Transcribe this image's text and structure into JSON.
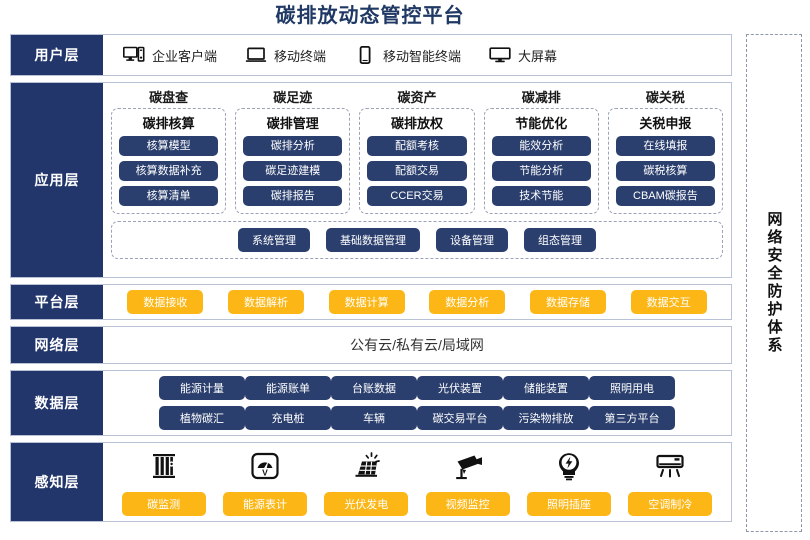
{
  "title": "碳排放动态管控平台",
  "security": {
    "label": "网络安全防护体系"
  },
  "layers": {
    "user": {
      "label": "用户层"
    },
    "app": {
      "label": "应用层"
    },
    "platform": {
      "label": "平台层"
    },
    "network": {
      "label": "网络层"
    },
    "data": {
      "label": "数据层"
    },
    "sense": {
      "label": "感知层"
    }
  },
  "user_layer": {
    "items": [
      {
        "icon": "desktop-computer-icon",
        "label": "企业客户端"
      },
      {
        "icon": "laptop-icon",
        "label": "移动终端"
      },
      {
        "icon": "smartphone-icon",
        "label": "移动智能终端"
      },
      {
        "icon": "large-screen-icon",
        "label": "大屏幕"
      }
    ]
  },
  "app_layer": {
    "columns": [
      {
        "title": "碳盘查",
        "group": "碳排核算",
        "chips": [
          "核算模型",
          "核算数据补充",
          "核算清单"
        ]
      },
      {
        "title": "碳足迹",
        "group": "碳排管理",
        "chips": [
          "碳排分析",
          "碳足迹建模",
          "碳排报告"
        ]
      },
      {
        "title": "碳资产",
        "group": "碳排放权",
        "chips": [
          "配额考核",
          "配额交易",
          "CCER交易"
        ]
      },
      {
        "title": "碳减排",
        "group": "节能优化",
        "chips": [
          "能效分析",
          "节能分析",
          "技术节能"
        ]
      },
      {
        "title": "碳关税",
        "group": "关税申报",
        "chips": [
          "在线填报",
          "碳税核算",
          "CBAM碳报告"
        ]
      }
    ],
    "management": [
      "系统管理",
      "基础数据管理",
      "设备管理",
      "组态管理"
    ]
  },
  "platform_layer": {
    "items": [
      "数据接收",
      "数据解析",
      "数据计算",
      "数据分析",
      "数据存储",
      "数据交互"
    ]
  },
  "network_layer": {
    "text": "公有云/私有云/局域网"
  },
  "data_layer": {
    "row1": [
      "能源计量",
      "能源账单",
      "台账数据",
      "光伏装置",
      "储能装置",
      "照明用电"
    ],
    "row2": [
      "植物碳汇",
      "充电桩",
      "车辆",
      "碳交易平台",
      "污染物排放",
      "第三方平台"
    ]
  },
  "sense_layer": {
    "items": [
      {
        "icon": "carbon-monitor-icon",
        "label": "碳监测"
      },
      {
        "icon": "energy-meter-icon",
        "label": "能源表计"
      },
      {
        "icon": "solar-panel-icon",
        "label": "光伏发电"
      },
      {
        "icon": "cctv-camera-icon",
        "label": "视频监控"
      },
      {
        "icon": "light-bulb-icon",
        "label": "照明插座"
      },
      {
        "icon": "air-conditioner-icon",
        "label": "空调制冷"
      }
    ]
  },
  "colors": {
    "navy": "#22366b",
    "chip_navy": "#2b3f6e",
    "amber": "#fcb716",
    "title": "#1f3864"
  }
}
